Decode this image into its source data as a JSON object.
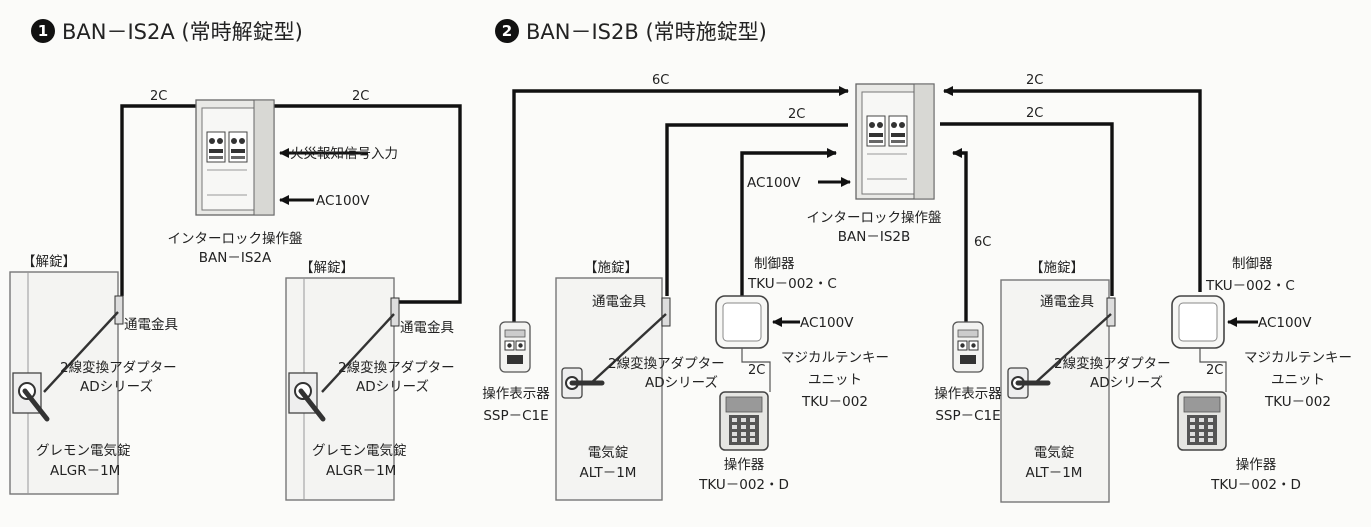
{
  "section1": {
    "number": "1",
    "title": "BAN－IS2A (常時解錠型)",
    "wire_left": "2C",
    "wire_right": "2C",
    "panel_name": "インターロック操作盤",
    "panel_model": "BAN－IS2A",
    "fire_signal": "火災報知信号入力",
    "power": "AC100V",
    "door_left": {
      "state": "【解錠】",
      "connector": "通電金具",
      "adapter_line1": "2線変換アダプター",
      "adapter_line2": "ADシリーズ",
      "lock_name": "グレモン電気錠",
      "lock_model": "ALGR－1M"
    },
    "door_right": {
      "state": "【解錠】",
      "connector": "通電金具",
      "adapter_line1": "2線変換アダプター",
      "adapter_line2": "ADシリーズ",
      "lock_name": "グレモン電気錠",
      "lock_model": "ALGR－1M"
    }
  },
  "section2": {
    "number": "2",
    "title": "BAN－IS2B (常時施錠型)",
    "panel_name": "インターロック操作盤",
    "panel_model": "BAN－IS2B",
    "power": "AC100V",
    "wires": {
      "left_6c": "6C",
      "left_2c": "2C",
      "right_top_2c": "2C",
      "right_mid_2c": "2C",
      "center_6c": "6C"
    },
    "left": {
      "indicator_name": "操作表示器",
      "indicator_model": "SSP－C1E",
      "state": "【施錠】",
      "connector": "通電金具",
      "adapter_line1": "2線変換アダプター",
      "adapter_line2": "ADシリーズ",
      "lock_name": "電気錠",
      "lock_model": "ALT－1M",
      "controller_name": "制御器",
      "controller_model": "TKU－002・C",
      "controller_power": "AC100V",
      "keypad_wire": "2C",
      "unit_line1": "マジカルテンキー",
      "unit_line2": "ユニット",
      "unit_model": "TKU－002",
      "operator_name": "操作器",
      "operator_model": "TKU－002・D"
    },
    "right": {
      "indicator_name": "操作表示器",
      "indicator_model": "SSP－C1E",
      "state": "【施錠】",
      "connector": "通電金具",
      "adapter_line1": "2線変換アダプター",
      "adapter_line2": "ADシリーズ",
      "lock_name": "電気錠",
      "lock_model": "ALT－1M",
      "controller_name": "制御器",
      "controller_model": "TKU－002・C",
      "controller_power": "AC100V",
      "keypad_wire": "2C",
      "unit_line1": "マジカルテンキー",
      "unit_line2": "ユニット",
      "unit_model": "TKU－002",
      "operator_name": "操作器",
      "operator_model": "TKU－002・D"
    }
  }
}
